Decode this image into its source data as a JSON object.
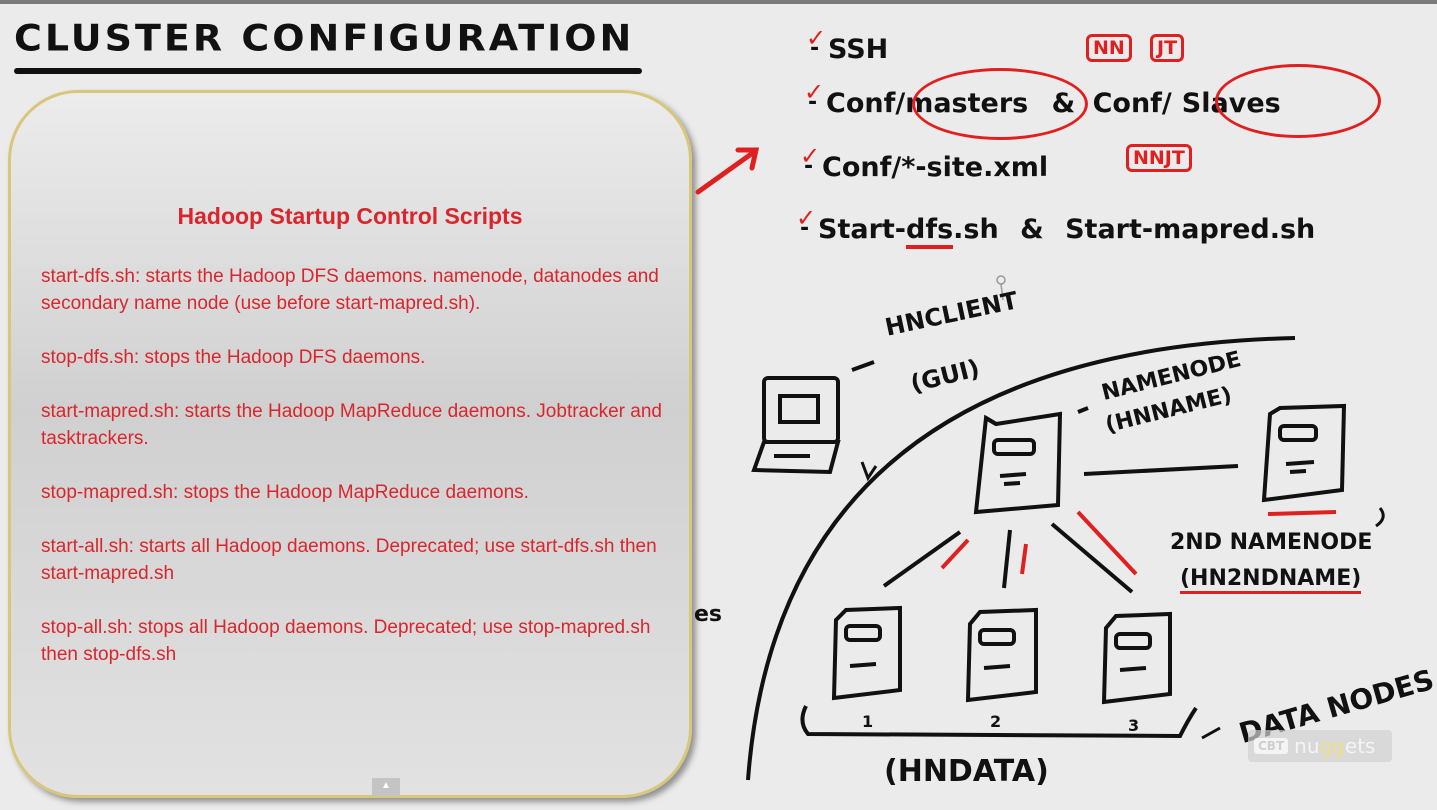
{
  "slide": {
    "title": "CLUSTER CONFIGURATION",
    "panel": {
      "heading": "Hadoop Startup Control Scripts",
      "scripts": [
        {
          "text": "start-dfs.sh: starts the Hadoop DFS daemons. namenode, datanodes and secondary name node (use before start-mapred.sh)."
        },
        {
          "text": "stop-dfs.sh: stops the Hadoop DFS daemons."
        },
        {
          "text": "start-mapred.sh: starts the Hadoop MapReduce daemons. Jobtracker and tasktrackers."
        },
        {
          "text": "stop-mapred.sh: stops the Hadoop MapReduce daemons."
        },
        {
          "text": "start-all.sh: starts all Hadoop daemons. Deprecated; use start-dfs.sh then start-mapred.sh"
        },
        {
          "text": "stop-all.sh: stops all Hadoop daemons. Deprecated; use stop-mapred.sh then stop-dfs.sh"
        }
      ]
    },
    "cut_text": "es",
    "scroll_button_icon": "▲"
  },
  "checklist": {
    "items": [
      {
        "text": "SSH",
        "checked": true
      },
      {
        "text_left": "Conf/",
        "circled": "masters",
        "connector": "&",
        "text_right": "Conf/",
        "circled_right": "Slaves",
        "checked": true
      },
      {
        "text": "Conf/*-site.xml",
        "checked": true
      },
      {
        "text_left": "Start-",
        "underlined": "dfs",
        "text_mid": ".sh",
        "connector": "&",
        "text_right": "Start-mapred.sh",
        "checked": true
      }
    ],
    "boxes": {
      "nn": "NN",
      "jt": "JT",
      "nnjt": "NNJT"
    },
    "check_glyph": "✓",
    "dash_glyph": "-"
  },
  "diagram": {
    "client_label": "HNCLIENT",
    "client_sub": "(GUI)",
    "namenode_label": "NAMENODE",
    "namenode_sub": "(HNNAME)",
    "second_namenode_label": "2ND NAMENODE",
    "second_namenode_sub": "(HN2NDNAME)",
    "datanodes_label": "DATA NODES",
    "datanodes_group": "(HNDATA)",
    "datanode_numbers": [
      "1",
      "2",
      "3"
    ]
  },
  "watermark": {
    "cbt": "CBT",
    "text_a": "nu",
    "dots": "gg",
    "text_b": "ets"
  }
}
